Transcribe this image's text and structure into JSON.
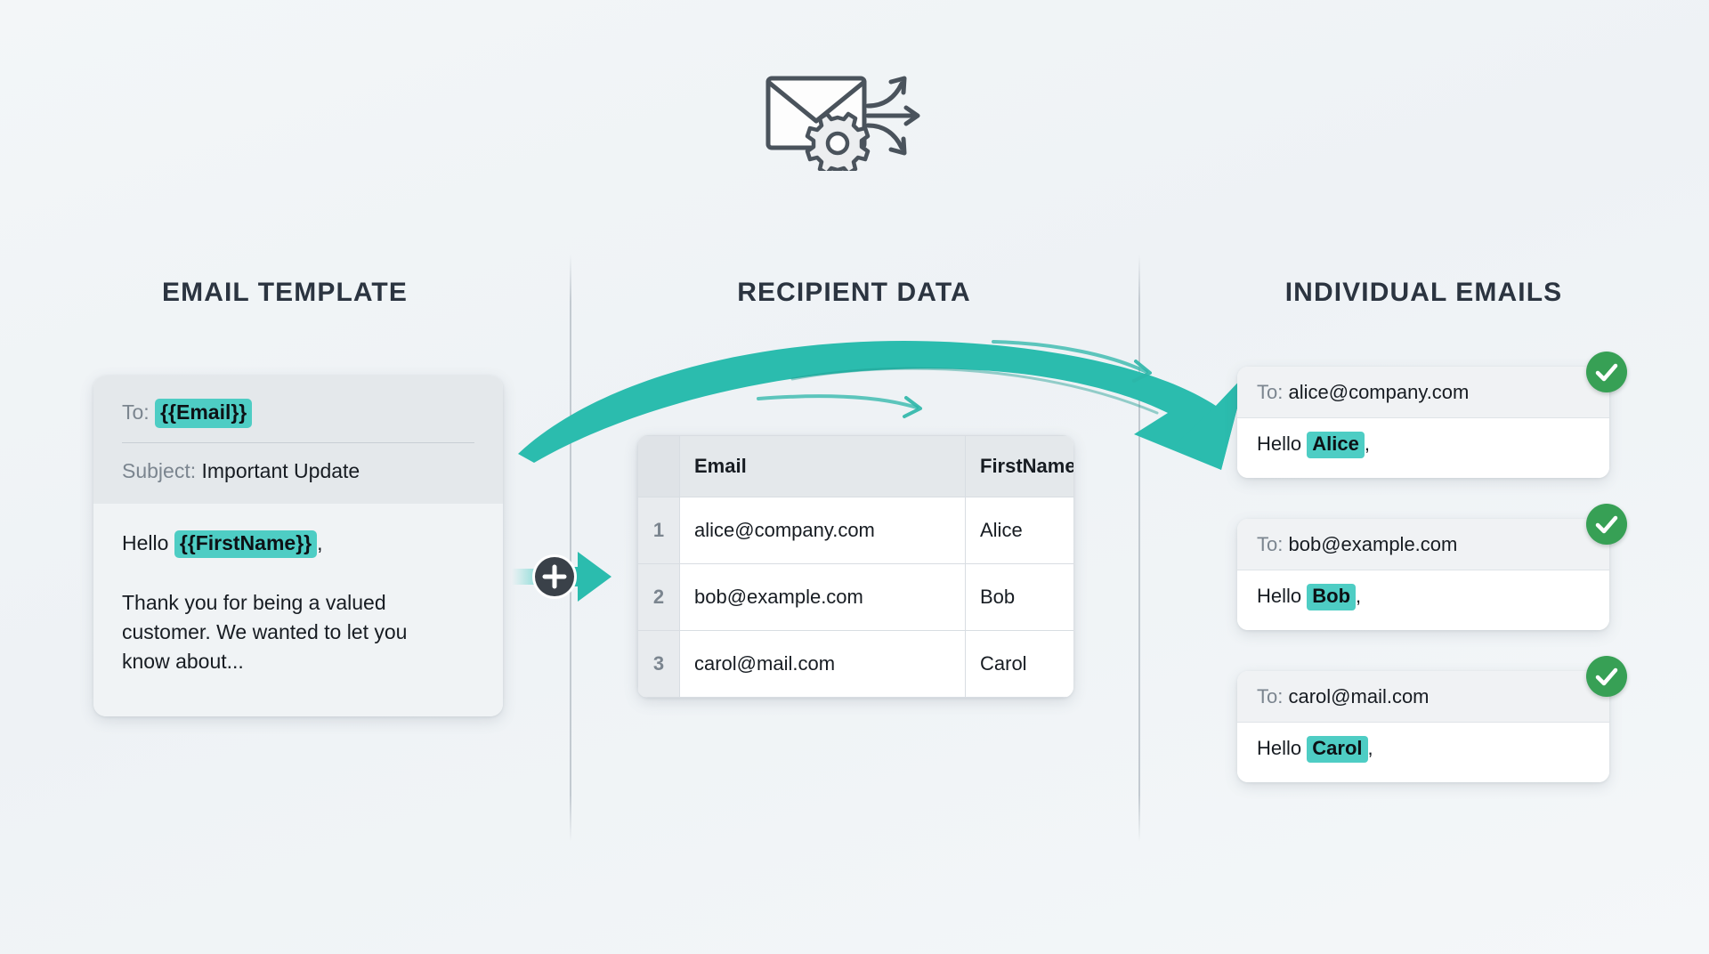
{
  "header": {
    "icon": "envelope-gear-distribute-icon"
  },
  "columns": [
    {
      "title": "EMAIL TEMPLATE"
    },
    {
      "title": "RECIPIENT DATA"
    },
    {
      "title": "INDIVIDUAL EMAILS"
    }
  ],
  "template_card": {
    "to_label": "To:",
    "to_token": "{{Email}}",
    "subject_label": "Subject:",
    "subject_value": "Important Update",
    "greeting_prefix": "Hello",
    "greeting_token": "{{FirstName}}",
    "greeting_suffix": ",",
    "body_text": "Thank you for being a valued customer. We wanted to let you know about..."
  },
  "merge_connector": {
    "icon": "plus-icon",
    "arrow": "play-arrow-icon"
  },
  "recipient_table": {
    "columns": [
      "",
      "Email",
      "FirstName"
    ],
    "rows": [
      {
        "index": "1",
        "email": "alice@company.com",
        "first_name": "Alice"
      },
      {
        "index": "2",
        "email": "bob@example.com",
        "first_name": "Bob"
      },
      {
        "index": "3",
        "email": "carol@mail.com",
        "first_name": "Carol"
      }
    ]
  },
  "flow_arrow": {
    "icon": "curved-merge-arrow-icon"
  },
  "emails": [
    {
      "to_label": "To:",
      "to_value": "alice@company.com",
      "greeting_prefix": "Hello",
      "greeting_name": "Alice",
      "greeting_suffix": ",",
      "status_icon": "check-circle-icon"
    },
    {
      "to_label": "To:",
      "to_value": "bob@example.com",
      "greeting_prefix": "Hello",
      "greeting_name": "Bob",
      "greeting_suffix": ",",
      "status_icon": "check-circle-icon"
    },
    {
      "to_label": "To:",
      "to_value": "carol@mail.com",
      "greeting_prefix": "Hello",
      "greeting_name": "Carol",
      "greeting_suffix": ",",
      "status_icon": "check-circle-icon"
    }
  ],
  "colors": {
    "background": "#f2f5f7",
    "accent_teal": "#2bb6a8",
    "highlight_teal": "#4ecdc4",
    "success_green": "#37a055",
    "heading": "#2b3440",
    "muted_text": "#7b858f",
    "card_header": "#e4e8eb",
    "divider": "#c3cad1",
    "icon_stroke": "#4a535c"
  }
}
